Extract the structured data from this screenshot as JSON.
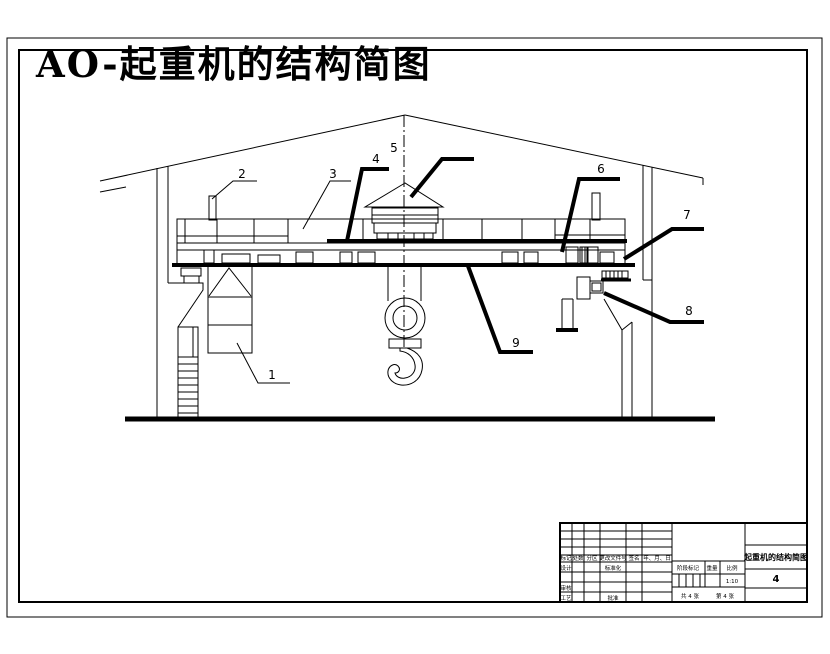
{
  "title": "AO-起重机的结构简图",
  "title_color": "#ff0000",
  "callouts": {
    "c1": "1",
    "c2": "2",
    "c3": "3",
    "c4": "4",
    "c5": "5",
    "c6": "6",
    "c7": "7",
    "c8": "8",
    "c9": "9"
  },
  "tb": {
    "rev": {
      "mark": "标记",
      "count": "处数",
      "zone": "分区",
      "doc": "更改文件号",
      "sign": "签名",
      "date": "年、月、日"
    },
    "design": "设计",
    "standardization": "标准化",
    "check": "审核",
    "process": "工艺",
    "approve": "批准",
    "stage": "阶段标记",
    "weight": "重量",
    "scale": "比例",
    "scale_value": "1:10",
    "sheets_total": "共 4 张",
    "sheet_no": "第 4 张",
    "name": "起重机的结构简图",
    "number": "4"
  }
}
